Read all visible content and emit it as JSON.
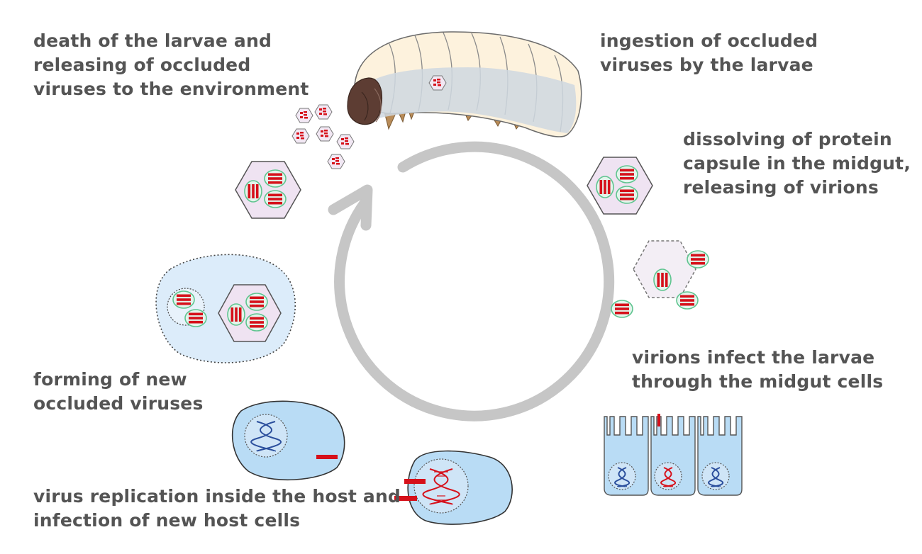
{
  "steps": {
    "death": {
      "lines": [
        "death of the larvae and",
        "releasing of occluded",
        "viruses to the environment"
      ]
    },
    "ingestion": {
      "lines": [
        "ingestion of occluded",
        "viruses by the larvae"
      ]
    },
    "dissolving": {
      "lines": [
        "dissolving of protein",
        "capsule in the midgut,",
        "releasing of virions"
      ]
    },
    "infect": {
      "lines": [
        "virions infect the larvae",
        "through the midgut cells"
      ]
    },
    "forming": {
      "lines": [
        "forming of new",
        "occluded viruses"
      ]
    },
    "replication": {
      "lines": [
        "virus replication inside the host and",
        "infection of new host cells"
      ]
    }
  },
  "colors": {
    "text": "#545454",
    "cycle_arrow": "#c6c6c6",
    "virion_red": "#d6101a",
    "virion_envelope": "#5ec48f",
    "polyhedron_fill": "#efe3f2",
    "cell_fill": "#b9dcf5",
    "dna_blue": "#2a4e9c",
    "larva_body": "#fdf2dd",
    "larva_gut": "#d3dbe3",
    "larva_head": "#5d3d33",
    "larva_legs": "#b98c58"
  },
  "icons": {
    "cycle": "circular-arrow",
    "larva": "caterpillar-larva",
    "occlusion_body": "hexagon-polyhedron",
    "virion": "rod-virion",
    "cell": "host-cell",
    "dna": "double-helix"
  }
}
